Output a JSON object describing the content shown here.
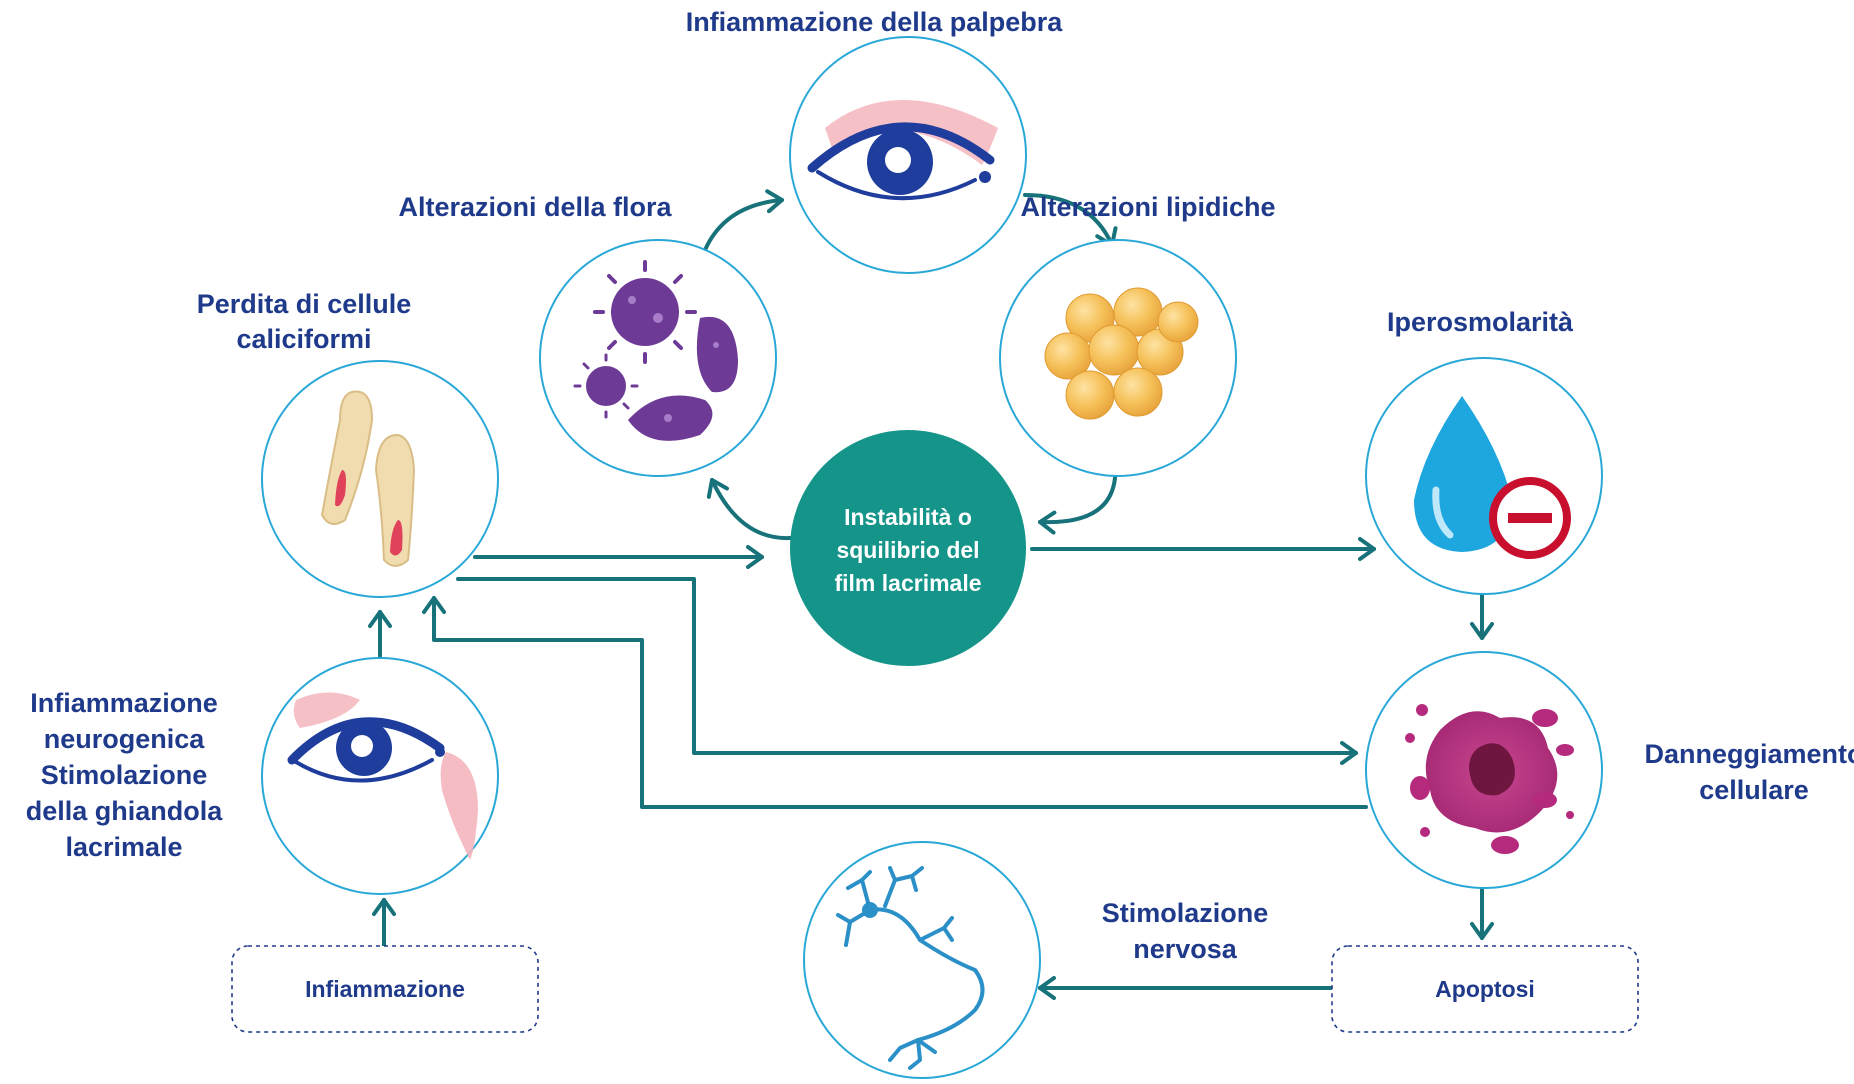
{
  "colors": {
    "teal": "#15958a",
    "arrow": "#17727a",
    "label": "#1f3a8a",
    "ring": "#29a8d8",
    "eye_blue": "#1f3d9c",
    "pink": "#f4b5bd",
    "bacteria": "#6d3a96",
    "fat": "#f2b94a",
    "drop": "#1ea6df",
    "no_red": "#c8102e",
    "cell": "#b52a7c",
    "neuron": "#2b8fc8"
  },
  "nodes": {
    "center": {
      "line1": "Instabilità o",
      "line2": "squilibrio del",
      "line3": "film lacrimale"
    },
    "eyelid": {
      "label": "Infiammazione della palpebra",
      "icon": "inflamed-eyelid-icon"
    },
    "flora": {
      "label": "Alterazioni della flora",
      "icon": "bacteria-icon"
    },
    "lipids": {
      "label": "Alterazioni lipidiche",
      "icon": "lipid-droplets-icon"
    },
    "goblet": {
      "line1": "Perdita di cellule",
      "line2": "caliciformi",
      "icon": "goblet-cells-icon"
    },
    "hyperosm": {
      "label": "Iperosmolarità",
      "icon": "drop-minus-icon"
    },
    "neuro": {
      "line1": "Infiammazione",
      "line2": "neurogenica",
      "line3": "Stimolazione",
      "line4": "della ghiandola",
      "line5": "lacrimale",
      "icon": "lacrimal-gland-eye-icon"
    },
    "damage": {
      "line1": "Danneggiamento",
      "line2": "cellulare",
      "icon": "damaged-cell-icon"
    },
    "nerve": {
      "line1": "Stimolazione",
      "line2": "nervosa",
      "icon": "neuron-icon"
    }
  },
  "boxes": {
    "inflammation": "Infiammazione",
    "apoptosis": "Apoptosi"
  }
}
